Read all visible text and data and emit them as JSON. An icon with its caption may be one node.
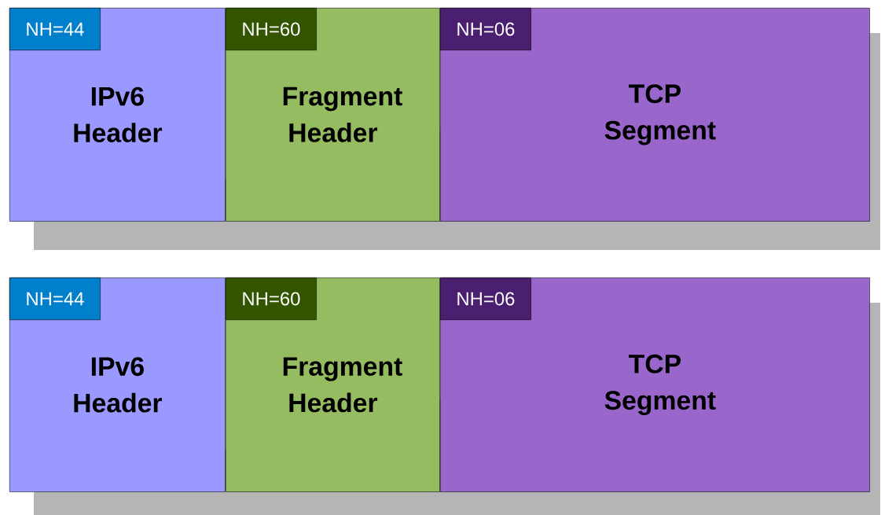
{
  "diagram": {
    "nodes": [
      {
        "text": [
          "IPv6 Header"
        ]
      },
      {
        "text": [
          "NH=44"
        ],
        "in": 0
      },
      {
        "text": [
          "Fragment Header"
        ]
      },
      {
        "text": [
          "NH=60"
        ],
        "in": 2
      },
      {
        "text": [
          "TCP Segment"
        ]
      },
      {
        "text": [
          "NH=06"
        ],
        "in": 4
      },
      {
        "text": [
          "IPv6 Header"
        ]
      },
      {
        "text": [
          "NH=44"
        ],
        "in": 6
      },
      {
        "text": [
          "Fragment Header"
        ]
      },
      {
        "text": [
          "NH=60"
        ],
        "in": 8
      },
      {
        "text": [
          "TCP Segment"
        ]
      },
      {
        "text": [
          "NH=06"
        ],
        "in": 10
      }
    ]
  }
}
